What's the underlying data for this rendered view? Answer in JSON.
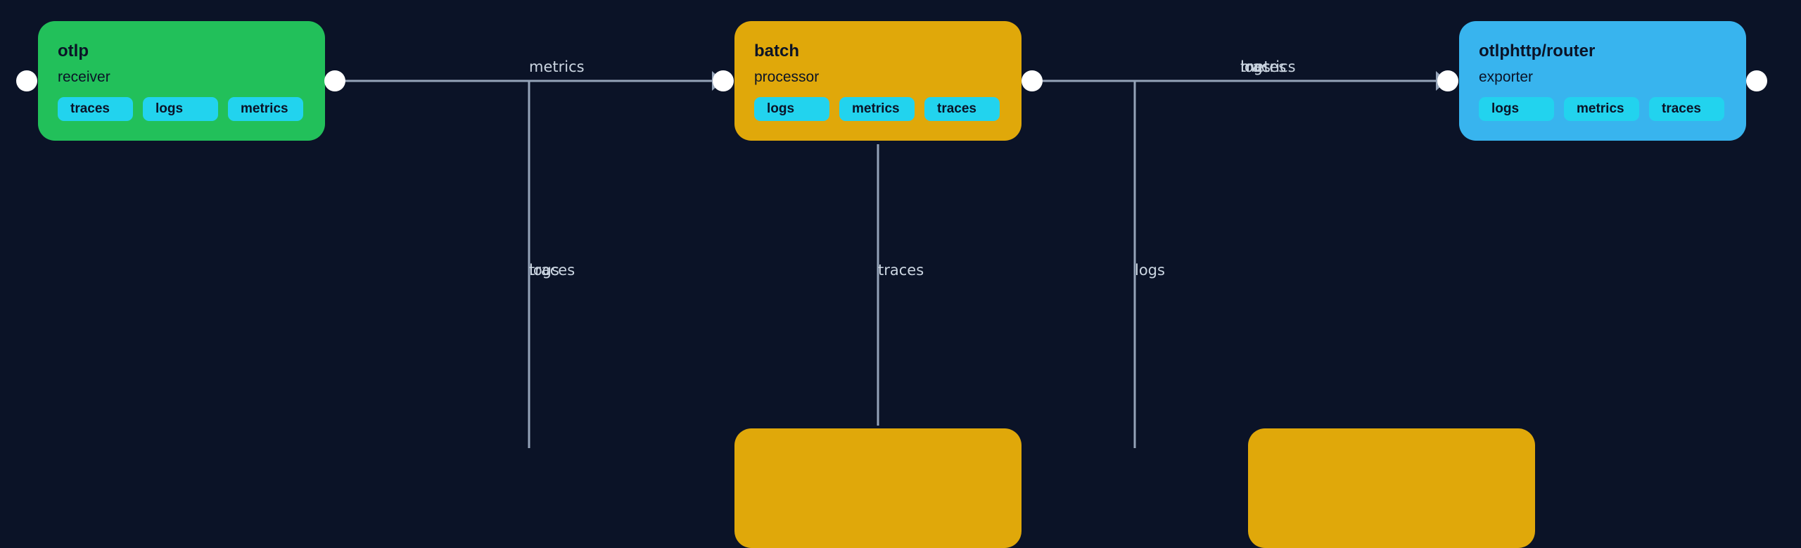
{
  "colors": {
    "background": "#0b1327",
    "receiver": "#22c05a",
    "processor": "#e0a80a",
    "exporter": "#38b4ee",
    "chip": "#22d3ee",
    "edge": "#94a3b8",
    "port": "#ffffff"
  },
  "nodes": {
    "otlp": {
      "title": "otlp",
      "kind": "receiver",
      "chips": [
        "traces",
        "logs",
        "metrics"
      ]
    },
    "batch": {
      "title": "batch",
      "kind": "processor",
      "chips": [
        "logs",
        "metrics",
        "traces"
      ]
    },
    "router": {
      "title": "otlphttp/router",
      "kind": "exporter",
      "chips": [
        "logs",
        "metrics",
        "traces"
      ]
    }
  },
  "edge_labels": {
    "otlp_to_batch": "metrics",
    "otlp_down_a": "logs",
    "otlp_down_b": "traces",
    "batch_down": "traces",
    "batch_to_router_a": "logs",
    "batch_to_router_b": "metrics",
    "batch_to_router_c": "traces",
    "batch_down_right": "logs"
  }
}
